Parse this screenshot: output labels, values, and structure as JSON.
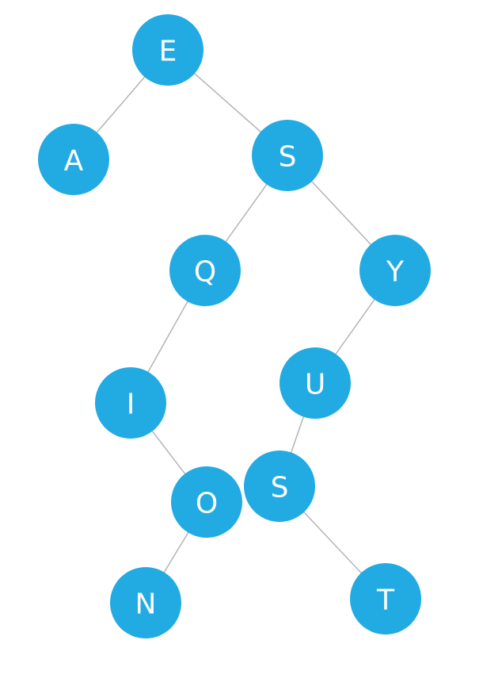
{
  "colors": {
    "node_fill": "#22abe2",
    "node_text": "#ffffff",
    "edge": "#b4b4b4",
    "background": "#ffffff"
  },
  "nodes": [
    {
      "id": "n1",
      "label": "E"
    },
    {
      "id": "n2",
      "label": "A"
    },
    {
      "id": "n3",
      "label": "S"
    },
    {
      "id": "n4",
      "label": "Q"
    },
    {
      "id": "n5",
      "label": "Y"
    },
    {
      "id": "n6",
      "label": "I"
    },
    {
      "id": "n7",
      "label": "U"
    },
    {
      "id": "n8",
      "label": "O"
    },
    {
      "id": "n9",
      "label": "S"
    },
    {
      "id": "n10",
      "label": "N"
    },
    {
      "id": "n11",
      "label": "T"
    }
  ],
  "edges": [
    {
      "from": "n1",
      "to": "n2"
    },
    {
      "from": "n1",
      "to": "n3"
    },
    {
      "from": "n3",
      "to": "n4"
    },
    {
      "from": "n3",
      "to": "n5"
    },
    {
      "from": "n4",
      "to": "n6"
    },
    {
      "from": "n6",
      "to": "n8"
    },
    {
      "from": "n8",
      "to": "n10"
    },
    {
      "from": "n5",
      "to": "n7"
    },
    {
      "from": "n7",
      "to": "n9"
    },
    {
      "from": "n9",
      "to": "n11"
    }
  ]
}
